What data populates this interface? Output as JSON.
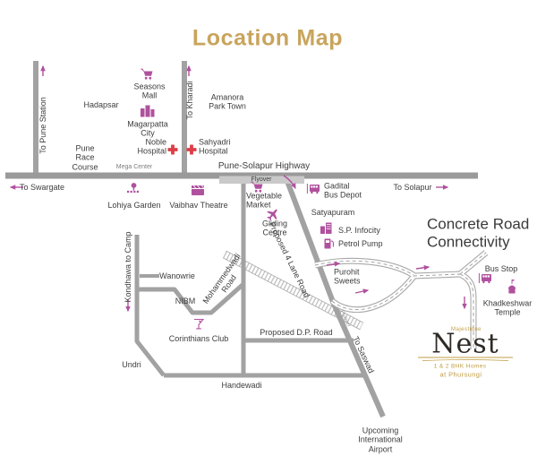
{
  "title": "Location Map",
  "colors": {
    "title_gold": "#c9a45c",
    "accent_pink": "#b0519e",
    "hospital_red": "#dd3e48",
    "road_gray": "#9a9a9a",
    "flyover_gray": "#c9c9c9",
    "label_text": "#3d3d3d",
    "logo_gold": "#bf9c42",
    "logo_dark": "#2e2a26"
  },
  "labels": {
    "to_pune_station": "To Pune Station",
    "hadapsar": "Hadapsar",
    "seasons_mall": "Seasons\nMall",
    "magarpatta_city": "Magarpatta\nCity",
    "noble_hospital": "Noble\nHospital",
    "sahyadri_hospital": "Sahyadri\nHospital",
    "to_kharadi": "To Kharadi",
    "amanora_park_town": "Amanora\nPark Town",
    "pune_race_course": "Pune\nRace\nCourse",
    "mega_center": "Mega Center",
    "pune_solapur_highway": "Pune-Solapur Highway",
    "flyover": "Flyover",
    "flyover_small": "Flyover",
    "to_swargate": "To Swargate",
    "to_solapur": "To Solapur",
    "lohiya_garden": "Lohiya Garden",
    "vaibhav_theatre": "Vaibhav Theatre",
    "vegetable_market": "Vegetable\nMarket",
    "gliding_centre": "Gliding\nCentre",
    "gadital_bus_depot": "Gadital\nBus Depot",
    "satyapuram": "Satyapuram",
    "sp_infocity": "S.P. Infocity",
    "petrol_pump": "Petrol Pump",
    "concrete_road": "Concrete Road\nConnectivity",
    "kondhawa_to_camp": "Kondhawa to Camp",
    "wanowrie": "Wanowrie",
    "nibm": "NIBM",
    "mohammedwadi_road": "Mohammedwadi\nRoad",
    "proposed_4_lane": "Proposed 4 Lane Road",
    "purohit_sweets": "Purohit\nSweets",
    "bus_stop": "Bus Stop",
    "khadkeshwar_temple": "Khadkeshwar\nTemple",
    "corinthians_club": "Corinthians Club",
    "undri": "Undri",
    "proposed_dp_road": "Proposed D.P. Road",
    "handewadi": "Handewadi",
    "to_saswad": "To Saswad",
    "upcoming_airport": "Upcoming\nInternational\nAirport"
  },
  "logo": {
    "brand": "Majestique",
    "name": "Nest",
    "tagline": "1 & 2 BHK Homes",
    "location": "at Phursungi"
  },
  "icons": {
    "seasons_mall": "shopping-cart-icon",
    "magarpatta_city": "buildings-icon",
    "noble_hospital": "red-cross-icon",
    "sahyadri_hospital": "red-cross-icon",
    "lohiya_garden": "garden-icon",
    "vaibhav_theatre": "theatre-icon",
    "vegetable_market": "shopping-cart-icon",
    "gliding_centre": "airplane-icon",
    "gadital_bus_depot": "bus-icon",
    "sp_infocity": "office-building-icon",
    "petrol_pump": "fuel-pump-icon",
    "corinthians_club": "cocktail-icon",
    "bus_stop": "bus-icon",
    "khadkeshwar_temple": "temple-icon"
  }
}
